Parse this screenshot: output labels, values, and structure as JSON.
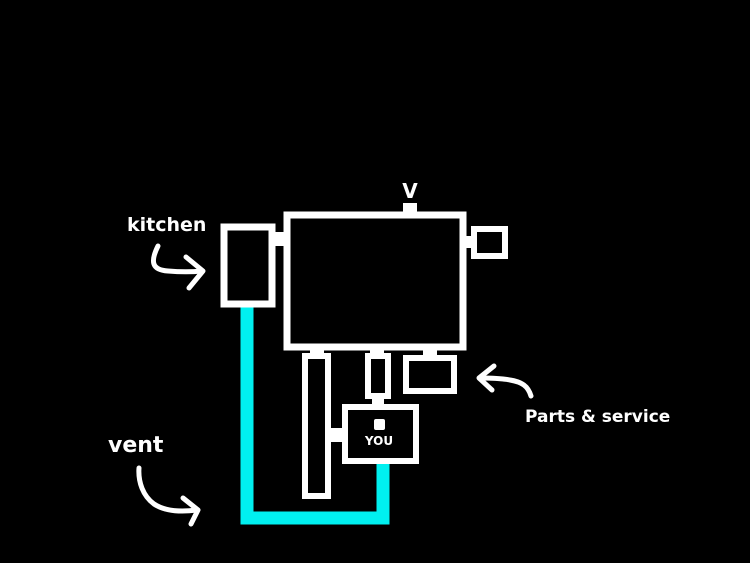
{
  "map": {
    "labels": {
      "kitchen": "kitchen",
      "parts_service": "Parts & service",
      "vent": "vent",
      "you": "YOU",
      "door_marker": "V"
    },
    "colors": {
      "background": "#000000",
      "walls": "#ffffff",
      "vent": "#00f0f0"
    }
  }
}
